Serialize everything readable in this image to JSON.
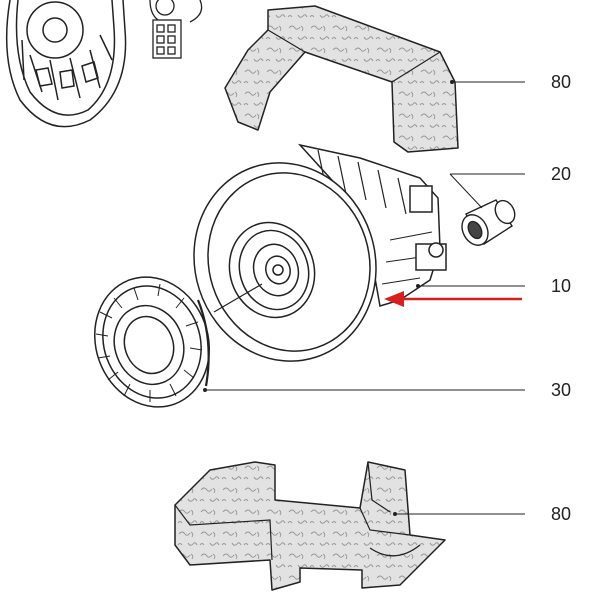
{
  "callouts": [
    {
      "id": "filter-top",
      "label": "80"
    },
    {
      "id": "motor-bushing",
      "label": "20"
    },
    {
      "id": "motor",
      "label": "10"
    },
    {
      "id": "motor-gasket",
      "label": "30"
    },
    {
      "id": "filter-bottom",
      "label": "80"
    }
  ],
  "colors": {
    "line": "#222222",
    "arrow": "#d62020",
    "foam": "#e2e2e2",
    "background": "#ffffff"
  }
}
